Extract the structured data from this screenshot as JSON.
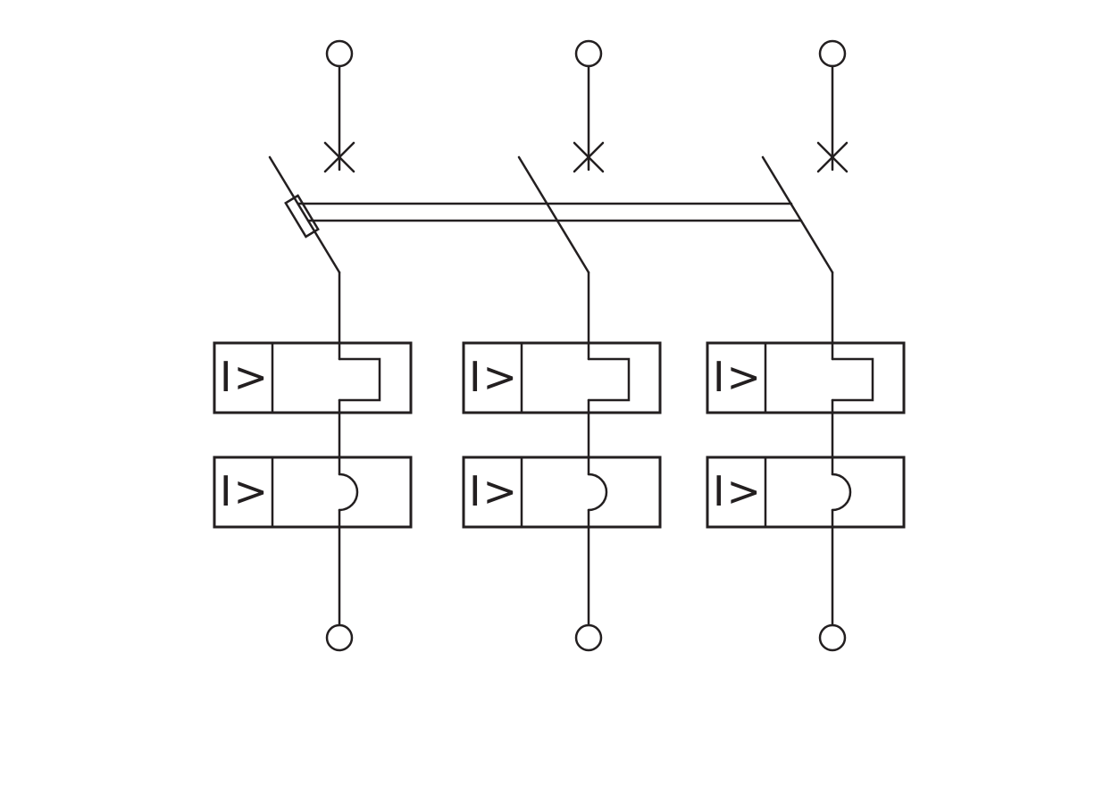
{
  "diagram": {
    "colors": {
      "stroke": "#231f20",
      "background": "#ffffff"
    },
    "poles": [
      {
        "name": "pole-1",
        "releases": [
          {
            "label": "I>"
          },
          {
            "label": "I>"
          }
        ]
      },
      {
        "name": "pole-2",
        "releases": [
          {
            "label": "I>"
          },
          {
            "label": "I>"
          }
        ]
      },
      {
        "name": "pole-3",
        "releases": [
          {
            "label": "I>"
          },
          {
            "label": "I>"
          }
        ]
      }
    ]
  }
}
